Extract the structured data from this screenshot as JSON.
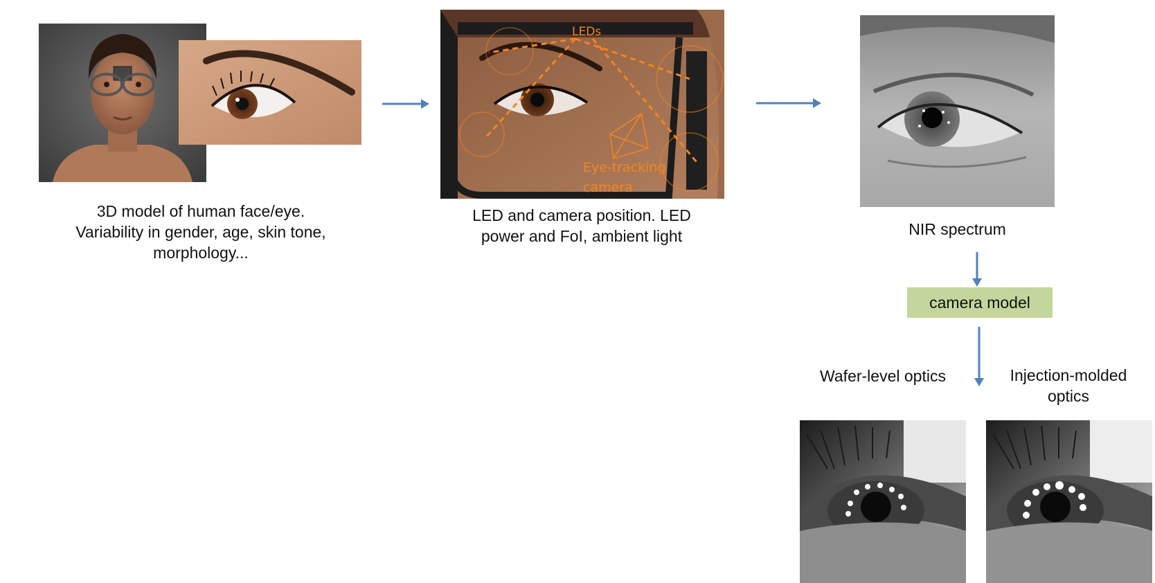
{
  "stage1": {
    "caption_lines": [
      "3D model of human face/eye.",
      "Variability in gender, age, skin tone,",
      "morphology..."
    ]
  },
  "stage2": {
    "caption_lines": [
      "LED and camera position. LED",
      "power and FoI, ambient light"
    ],
    "leds_label": "LEDs",
    "camera_label_lines": [
      "Eye-tracking",
      "camera"
    ]
  },
  "stage3": {
    "caption": "NIR spectrum"
  },
  "camera_model": {
    "label": "camera model"
  },
  "outputs": {
    "left_label": "Wafer-level optics",
    "right_label_lines": [
      "Injection-molded",
      "optics"
    ]
  },
  "colors": {
    "arrow": "#4f81bd",
    "camera_model_box": "#c3d69b",
    "overlay_orange": "#f5841f"
  }
}
